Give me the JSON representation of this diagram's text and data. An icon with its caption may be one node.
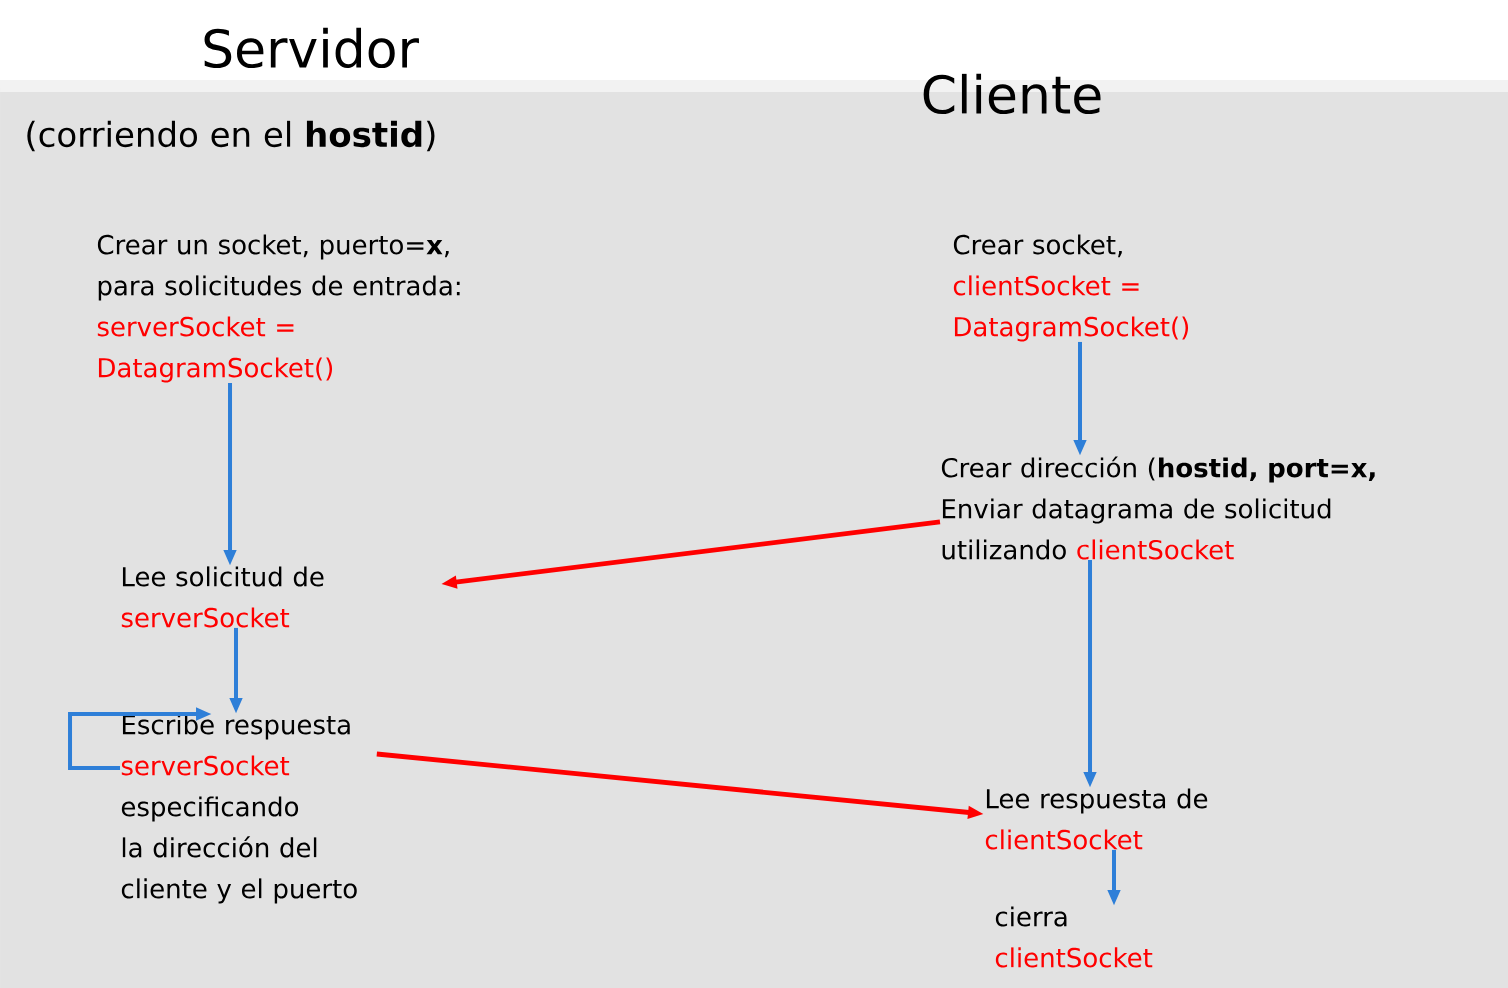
{
  "diagram": {
    "nodes": [
      {
        "text": [
          "Crear un socket, puerto=**x**, para solicitudes de entrada:",
          "serverSocket = DatagramSocket()"
        ]
      },
      {
        "text": [
          "Lee solicitud de",
          "serverSocket"
        ]
      },
      {
        "text": [
          "Escribe respuesta",
          "serverSocket",
          "especificando la dirección del cliente y el puerto"
        ]
      },
      {
        "text": [
          "Crear socket,",
          "clientSocket = DatagramSocket()"
        ]
      },
      {
        "text": [
          "Crear dirección (**hostid, port=x,** Enviar datagrama de solicitud utilizando",
          "clientSocket"
        ]
      },
      {
        "text": [
          "Lee respuesta de",
          "clientSocket"
        ]
      },
      {
        "text": [
          "cierra",
          "clientSocket"
        ]
      }
    ],
    "edges": [
      {
        "from": 0,
        "to": 1,
        "arrow": "to"
      },
      {
        "from": 4,
        "to": 1,
        "arrow": "to",
        "color": "#ff0000"
      },
      {
        "from": 1,
        "to": 2,
        "arrow": "to"
      },
      {
        "from": 2,
        "to": 2,
        "arrow": "to"
      },
      {
        "from": 2,
        "to": 5,
        "arrow": "to",
        "color": "#ff0000"
      },
      {
        "from": 3,
        "to": 4,
        "arrow": "to"
      },
      {
        "from": 4,
        "to": 5,
        "arrow": "to"
      },
      {
        "from": 5,
        "to": 6,
        "arrow": "to"
      }
    ],
    "labels": [
      "Servidor",
      "(corriendo en el **hostid**)",
      "Cliente"
    ]
  }
}
